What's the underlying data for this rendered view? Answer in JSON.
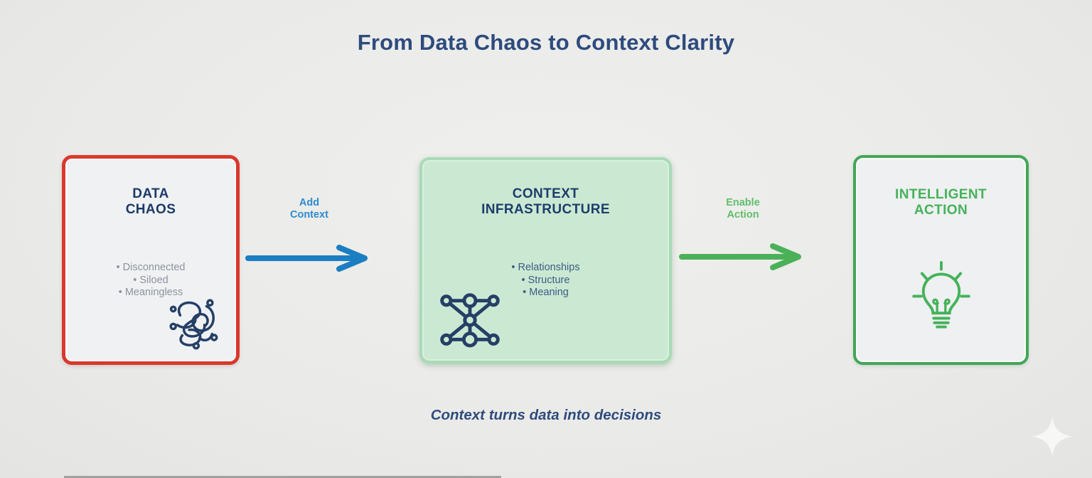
{
  "title": "From Data Chaos to Context Clarity",
  "caption": "Context turns data into decisions",
  "boxes": [
    {
      "name": "data-chaos",
      "title": "DATA\nCHAOS",
      "bullets": [
        "Disconnected",
        "Siloed",
        "Meaningless"
      ],
      "icon": "tangle-icon"
    },
    {
      "name": "context-infrastructure",
      "title": "CONTEXT\nINFRASTRUCTURE",
      "bullets": [
        "Relationships",
        "Structure",
        "Meaning"
      ],
      "icon": "network-icon"
    },
    {
      "name": "intelligent-action",
      "title": "INTELLIGENT\nACTION",
      "bullets": [],
      "icon": "lightbulb-icon"
    }
  ],
  "arrows": [
    {
      "label": "Add\nContext",
      "color": "#1b7ec2"
    },
    {
      "label": "Enable\nAction",
      "color": "#4bb159"
    }
  ],
  "colors": {
    "title_navy": "#2e4b7e",
    "box_title_navy": "#1e3c6b",
    "chaos_border_red": "#d8392c",
    "chaos_bullet_gray": "#8e939c",
    "context_bg_green": "#cbe9d2",
    "context_border_green": "#a9dab6",
    "context_bullet_blue": "#3d5b86",
    "action_green": "#45b25a",
    "action_border_green": "#43a656",
    "arrow_blue": "#1b7ec2",
    "arrow_green": "#4bb159",
    "icon_navy": "#253f66",
    "sparkle_white": "#f7f7f6"
  }
}
